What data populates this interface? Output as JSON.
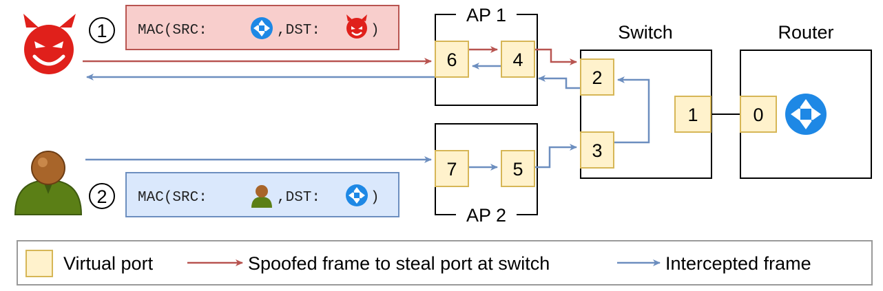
{
  "nodes": {
    "ap1": "AP 1",
    "ap2": "AP 2",
    "switch": "Switch",
    "router": "Router"
  },
  "ports": {
    "p0": "0",
    "p1": "1",
    "p2": "2",
    "p3": "3",
    "p4": "4",
    "p5": "5",
    "p6": "6",
    "p7": "7"
  },
  "frames": {
    "step1": "1",
    "step2": "2",
    "frame1_prefix": "MAC(SRC:",
    "frame1_mid": ",DST:",
    "frame1_suffix": ")",
    "frame2_prefix": "MAC(SRC:",
    "frame2_mid": ",DST:",
    "frame2_suffix": ")"
  },
  "legend": {
    "virtual_port": "Virtual port",
    "spoofed": "Spoofed frame to steal port at switch",
    "intercepted": "Intercepted frame"
  },
  "icons": {
    "attacker": "devil-icon",
    "victim": "user-icon",
    "router": "router-icon"
  },
  "colors": {
    "spoofed": "#b85450",
    "intercepted": "#6c8ebf",
    "port_fill": "#fff2cc",
    "port_stroke": "#d6b656",
    "frame1_fill": "#f8cecc",
    "frame2_fill": "#dae8fc"
  }
}
